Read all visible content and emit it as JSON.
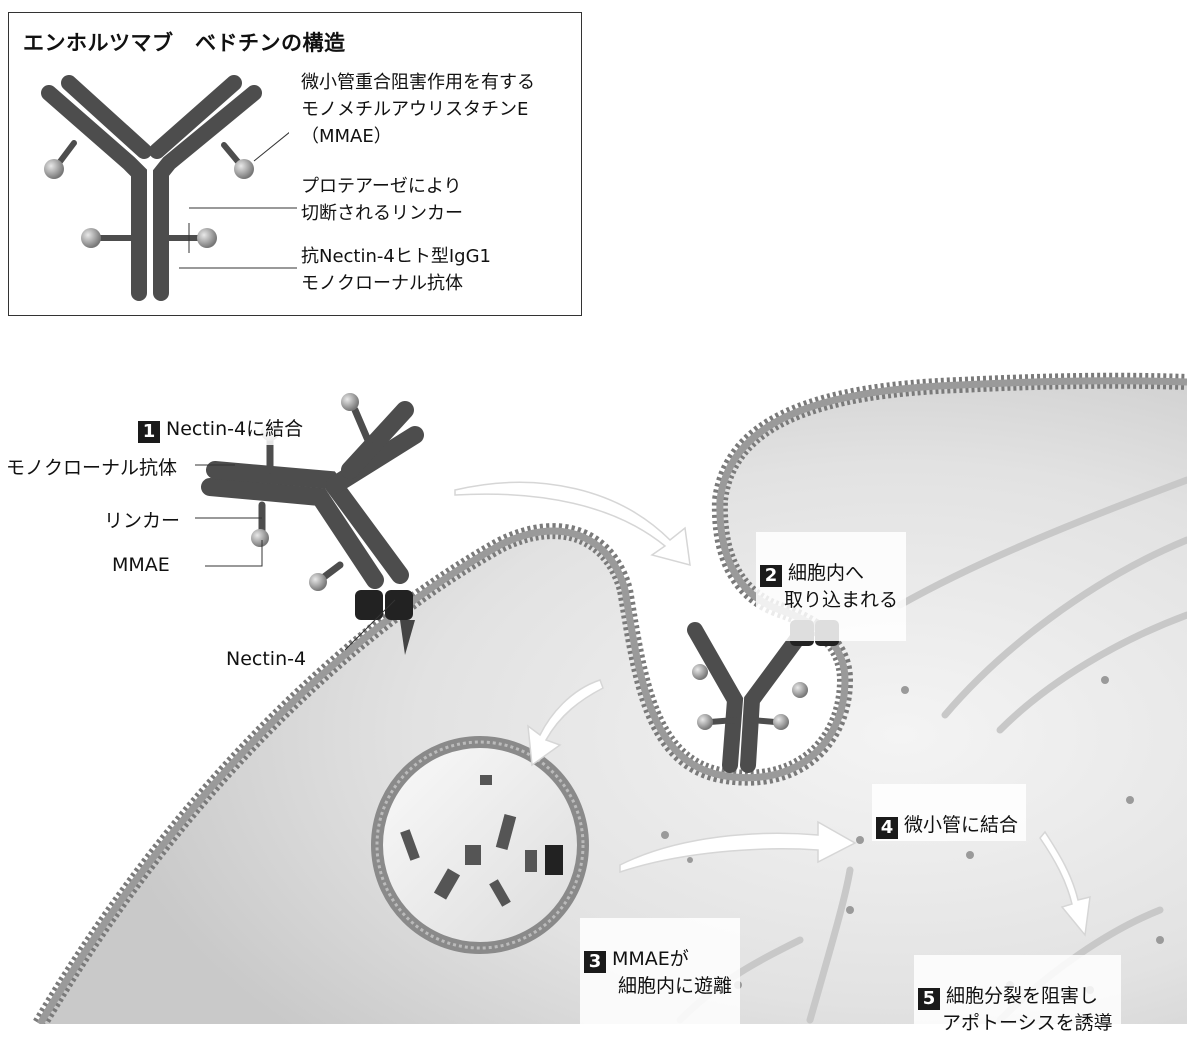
{
  "legend": {
    "title": "エンホルツマブ　ベドチンの構造",
    "mmae_label": "微小管重合阻害作用を有する\nモノメチルアウリスタチンE\n（MMAE）",
    "linker_label": "プロテアーゼにより\n切断されるリンカー",
    "antibody_label": "抗Nectin-4ヒト型IgG1\nモノクローナル抗体"
  },
  "labels": {
    "antibody": "モノクローナル抗体",
    "linker": "リンカー",
    "mmae": "MMAE",
    "nectin4": "Nectin-4"
  },
  "steps": [
    {
      "num": "1",
      "line1": "Nectin-4に結合",
      "line2": ""
    },
    {
      "num": "2",
      "line1": "細胞内へ",
      "line2": "取り込まれる"
    },
    {
      "num": "3",
      "line1": "MMAEが",
      "line2": "細胞内に遊離"
    },
    {
      "num": "4",
      "line1": "微小管に結合",
      "line2": ""
    },
    {
      "num": "5",
      "line1": "細胞分裂を阻害し",
      "line2": "アポトーシスを誘導"
    }
  ],
  "colors": {
    "membrane": "#8a8a8a",
    "cytoplasm": "#e6e6e6",
    "antibody": "#555555",
    "payload": "#a0a0a0",
    "arrow": "#ffffff"
  }
}
